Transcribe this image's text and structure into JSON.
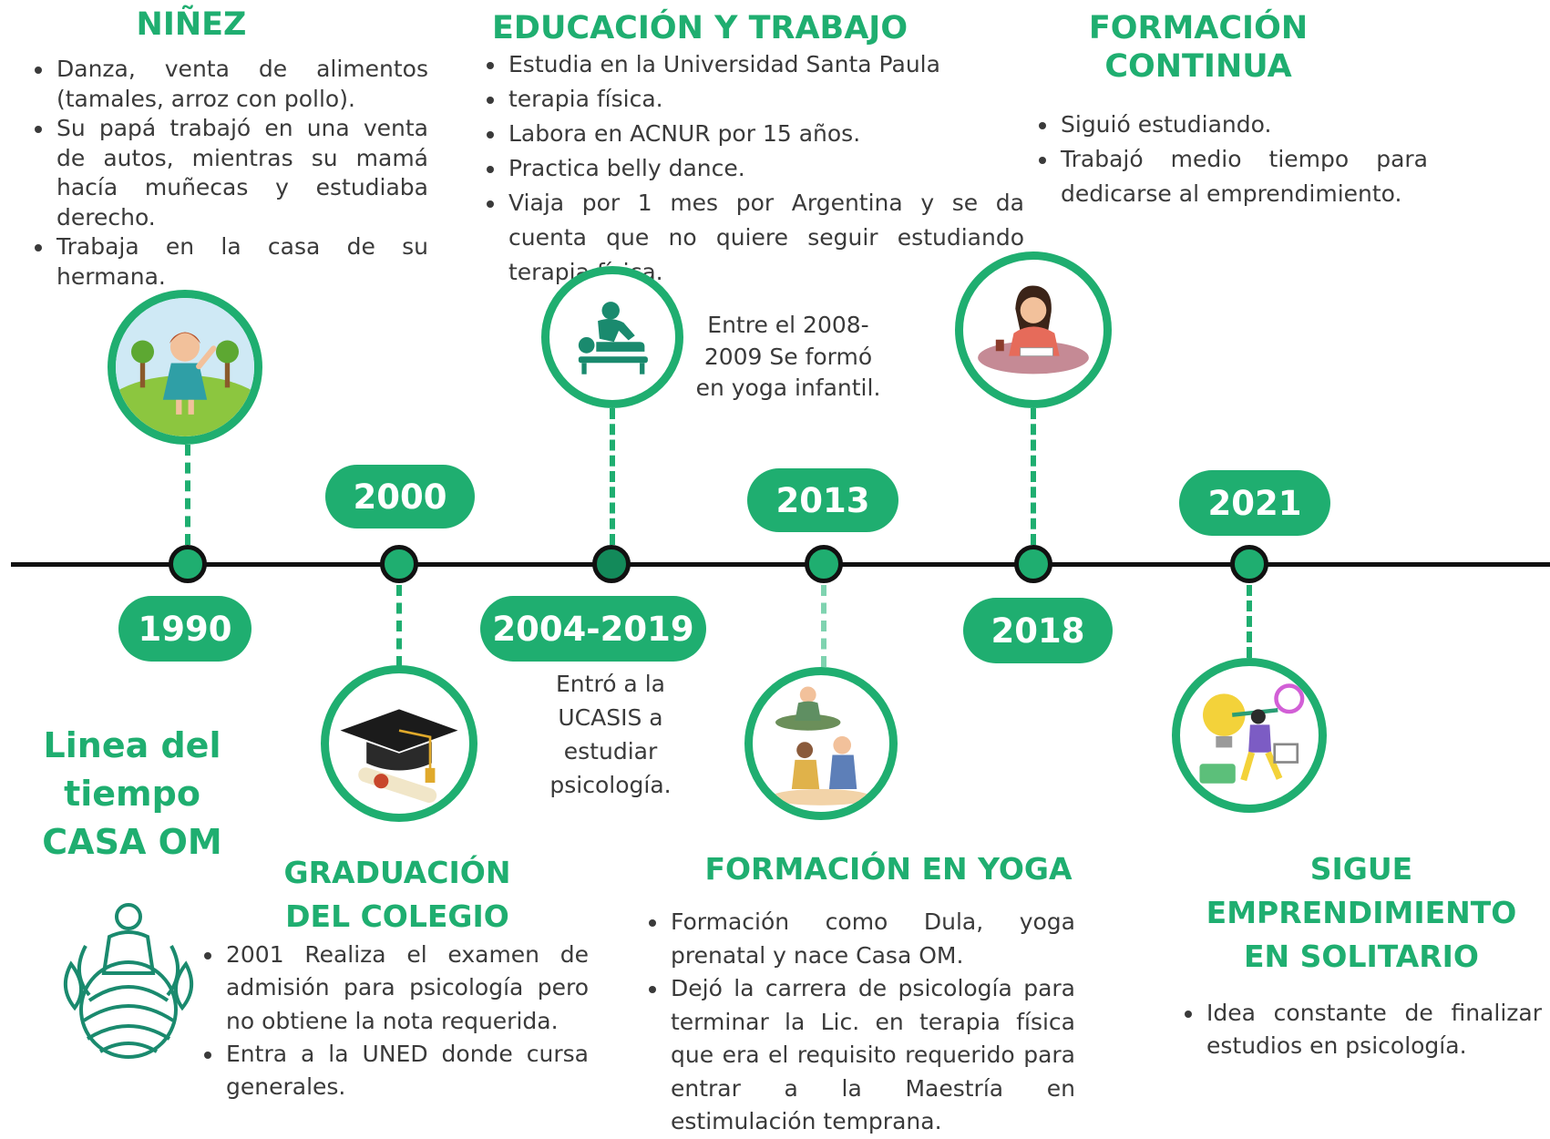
{
  "title": {
    "line1": "Linea del",
    "line2": "tiempo",
    "line3": "CASA OM"
  },
  "sections": {
    "ninez": {
      "heading": "NIÑEZ",
      "items": [
        "Danza, venta de alimentos (tamales, arroz con pollo).",
        "Su papá trabajó en una venta de autos, mientras su mamá hacía muñecas y estudiaba derecho.",
        "Trabaja en la casa de su hermana."
      ]
    },
    "educacion": {
      "heading": "EDUCACIÓN Y TRABAJO",
      "items": [
        "Estudia en la Universidad Santa Paula",
        "terapia física.",
        "Labora en ACNUR  por 15 años.",
        "Practica belly dance.",
        "Viaja por 1 mes por Argentina y se da cuenta que no quiere seguir estudiando terapia física."
      ]
    },
    "formacion_continua": {
      "heading_line1": "FORMACIÓN",
      "heading_line2": "CONTINUA",
      "items": [
        "Siguió estudiando.",
        "Trabajó medio tiempo para dedicarse al emprendimiento."
      ]
    },
    "graduacion": {
      "heading_line1": "GRADUACIÓN",
      "heading_line2": "DEL COLEGIO",
      "items": [
        "2001 Realiza el examen de admisión para psicología pero no obtiene la nota requerida.",
        "Entra a la UNED donde cursa generales."
      ]
    },
    "yoga": {
      "heading": "FORMACIÓN EN YOGA",
      "items": [
        "Formación como Dula, yoga prenatal y nace Casa OM.",
        "Dejó la carrera de psicología para terminar la Lic. en terapia física que era el requisito requerido para entrar a la Maestría en estimulación temprana."
      ]
    },
    "solitario": {
      "heading_line1": "SIGUE",
      "heading_line2": "EMPRENDIMIENTO",
      "heading_line3": "EN SOLITARIO",
      "items": [
        "Idea constante de finalizar estudios en psicología."
      ]
    }
  },
  "notes": {
    "ucasis": {
      "line1": "Entró a la",
      "line2": "UCASIS a",
      "line3": "estudiar",
      "line4": "psicología."
    },
    "yoga_infantil": {
      "line1": "Entre el 2008-",
      "line2": "2009 Se formó",
      "line3": "en yoga infantil."
    }
  },
  "years": {
    "y1990": "1990",
    "y2000": "2000",
    "y2004": "2004-2019",
    "y2013": "2013",
    "y2018": "2018",
    "y2021": "2021"
  },
  "colors": {
    "accent": "#1fae70",
    "dark_dot": "#138a5a",
    "axis": "#111111",
    "text": "#3a3a3a"
  },
  "icons": {
    "ninez": "girl-in-field-illustration",
    "graduacion": "graduation-cap-diploma-illustration",
    "educacion": "physical-therapy-icon",
    "yoga": "prenatal-yoga-illustration",
    "formacion": "woman-studying-illustration",
    "solitario": "entrepreneur-lightbulb-illustration",
    "logo": "meditation-lotus-logo"
  }
}
